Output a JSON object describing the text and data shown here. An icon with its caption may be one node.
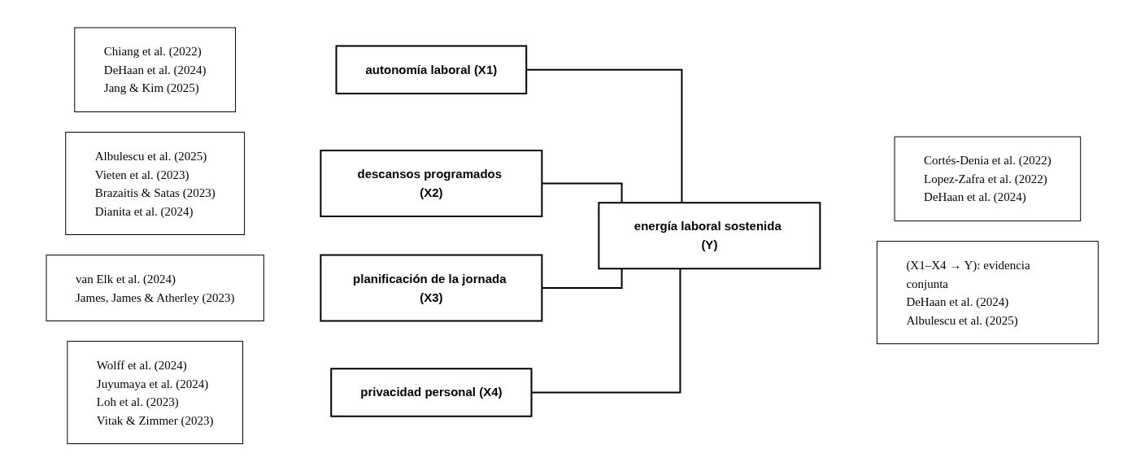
{
  "diagram": {
    "nodes": [
      {
        "text": [
          "Chiang et al. (2022)",
          "DeHaan et al. (2024)",
          "Jang & Kim (2025)"
        ]
      },
      {
        "text": [
          "Albulescu et al. (2025)",
          "Vieten et al. (2023)",
          "Brazaitis & Satas (2023)",
          "Dianita et al. (2024)"
        ]
      },
      {
        "text": [
          "van Elk et al. (2024)",
          "James, James & Atherley (2023)"
        ]
      },
      {
        "text": [
          "Wolff et al. (2024)",
          "Juyumaya et al. (2024)",
          "Loh et al. (2023)",
          "Vitak & Zimmer (2023)"
        ]
      },
      {
        "text": [
          "autonomía laboral (X1)"
        ]
      },
      {
        "text": [
          "descansos programados (X2)"
        ]
      },
      {
        "text": [
          "planificación de la jornada (X3)"
        ]
      },
      {
        "text": [
          "privacidad personal (X4)"
        ]
      },
      {
        "text": [
          "Cortés-Denia et al. (2022)",
          "Lopez-Zafra et al. (2022)",
          "DeHaan et al. (2024)"
        ]
      },
      {
        "text": [
          "energía laboral sostenida (Y)"
        ]
      },
      {
        "text": [
          "(X1–X4 → Y): evidencia conjunta",
          "DeHaan et al. (2024)",
          "Albulescu et al. (2025)"
        ]
      }
    ],
    "edges": [
      {
        "from": 4,
        "to": 9,
        "arrow": "none"
      },
      {
        "from": 5,
        "to": 9,
        "arrow": "none"
      },
      {
        "from": 6,
        "to": 9,
        "arrow": "none"
      },
      {
        "from": 7,
        "to": 9,
        "arrow": "none"
      }
    ]
  }
}
